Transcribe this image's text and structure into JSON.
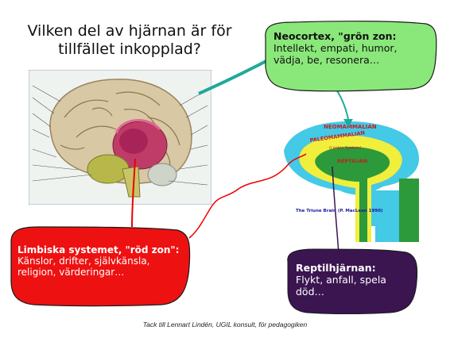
{
  "title": "Vilken del av hjärnan är för tillfället inkopplad?",
  "neocortex": {
    "heading": "Neocortex, \"grön zon:",
    "body": "Intellekt, empati, humor, vädja, be, resonera…",
    "color": "#8ae87a"
  },
  "limbic": {
    "heading": "Limbiska systemet, \"röd zon\":",
    "body": "Känslor, drifter, självkänsla, religion, värderingar…",
    "color": "#ee1111"
  },
  "reptile": {
    "heading": "Reptilhjärnan:",
    "body": "Flykt, anfall, spela död…",
    "color": "#3a1550"
  },
  "triune": {
    "neomammalian": "NEOMAMMALIAN",
    "paleomammalian": "PALEOMAMMALIAN",
    "limbic_system": "(Limbic System)",
    "reptilian": "REPTILIAN",
    "credit": "The Triune Brain (P. MacLean 1990)"
  },
  "caption": "Tack till Lennart Lindén, UGIL konsult, för pedagogiken"
}
